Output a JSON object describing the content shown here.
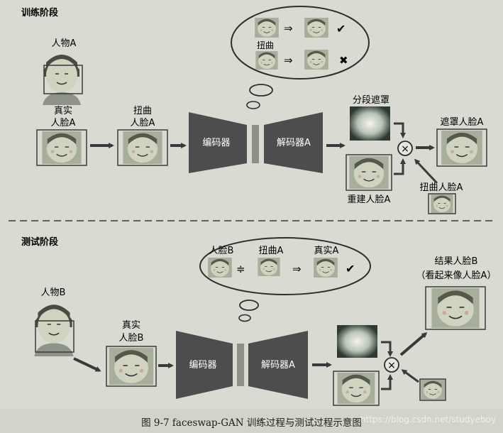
{
  "train": {
    "section_title": "训练阶段",
    "person_label": "人物A",
    "real_face_label_1": "真实",
    "real_face_label_2": "人脸A",
    "distort_label_1": "扭曲",
    "distort_label_2": "人脸A",
    "encoder_label": "编码器",
    "decoder_label": "解码器A",
    "bubble_distort_label": "扭曲",
    "mask_label": "分段遮罩",
    "reconstruct_label": "重建人脸A",
    "masked_face_label": "遮罩人脸A",
    "distorted_face_label": "扭曲人脸A",
    "check_mark": "✔",
    "cross_mark": "✖"
  },
  "test": {
    "section_title": "测试阶段",
    "person_label": "人物B",
    "real_face_label_1": "真实",
    "real_face_label_2": "人脸B",
    "encoder_label": "编码器",
    "decoder_label": "解码器A",
    "bubble_face_b_label": "人脸B",
    "bubble_distort_label": "扭曲A",
    "bubble_real_label": "真实A",
    "approx_symbol": "≑",
    "check_mark": "✔",
    "result_label_1": "结果人脸B",
    "result_label_2": "（看起来像人脸A）"
  },
  "caption": "图 9-7   faceswap-GAN 训练过程与测试过程示意图",
  "watermark": "https://blog.csdn.net/studyeboy"
}
